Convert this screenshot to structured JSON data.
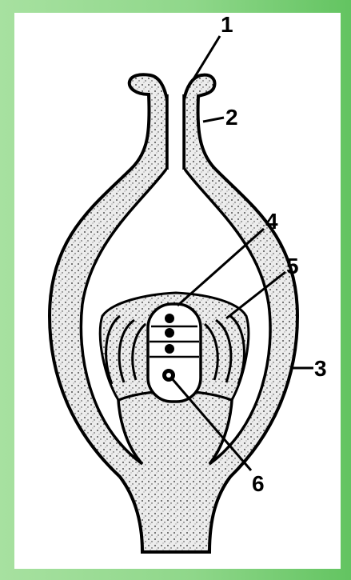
{
  "diagram": {
    "labels": [
      {
        "id": "1",
        "text": "1"
      },
      {
        "id": "2",
        "text": "2"
      },
      {
        "id": "3",
        "text": "3"
      },
      {
        "id": "4",
        "text": "4"
      },
      {
        "id": "5",
        "text": "5"
      },
      {
        "id": "6",
        "text": "6"
      }
    ],
    "colors": {
      "background_left": "#a7e1a0",
      "background_right": "#63c461",
      "panel": "#ffffff",
      "ink": "#000000",
      "stipple": "#e9e9e9"
    }
  }
}
